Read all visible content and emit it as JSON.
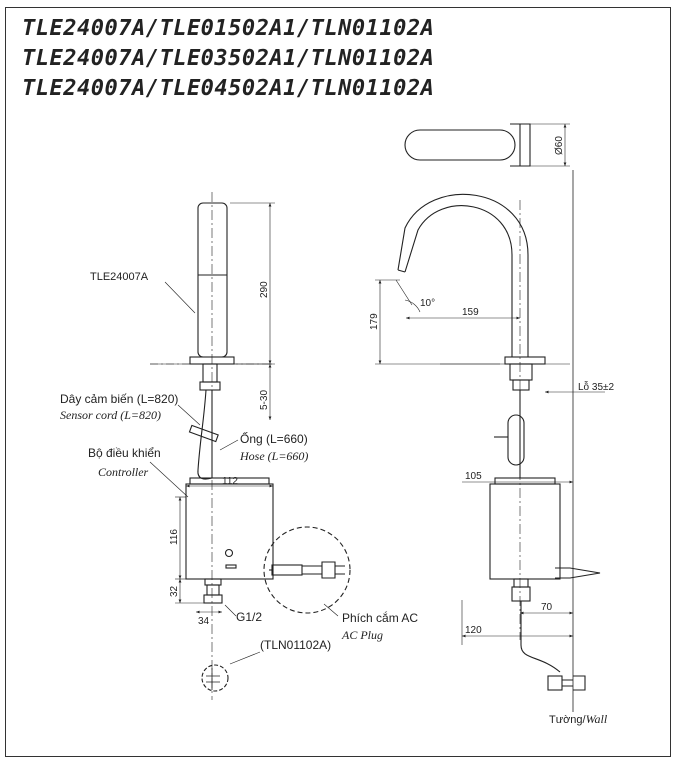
{
  "titles": [
    "TLE24007A/TLE01502A1/TLN01102A",
    "TLE24007A/TLE03502A1/TLN01102A",
    "TLE24007A/TLE04502A1/TLN01102A"
  ],
  "labels": {
    "faucet_model": "TLE24007A",
    "sensor_cord_vi": "Dây cảm biến (L=820)",
    "sensor_cord_en": "Sensor cord (L=820)",
    "hose_vi": "Ống (L=660)",
    "hose_en": "Hose (L=660)",
    "controller_vi": "Bộ điều khiển",
    "controller_en": "Controller",
    "ac_plug_vi": "Phích cắm AC",
    "ac_plug_en": "AC Plug",
    "thread": "G1/2",
    "valve_model": "(TLN01102A)",
    "hole": "Lỗ 35±2",
    "wall_vi": "Tường/",
    "wall_en": "Wall"
  },
  "dimensions": {
    "height_290": "290",
    "gap_5_30": "5-30",
    "width_112": "112",
    "height_116": "116",
    "height_32": "32",
    "width_34": "34",
    "diameter_60": "Ø60",
    "angle_10": "10°",
    "reach_159": "159",
    "height_179": "179",
    "width_105": "105",
    "offset_70": "70",
    "offset_120": "120"
  }
}
